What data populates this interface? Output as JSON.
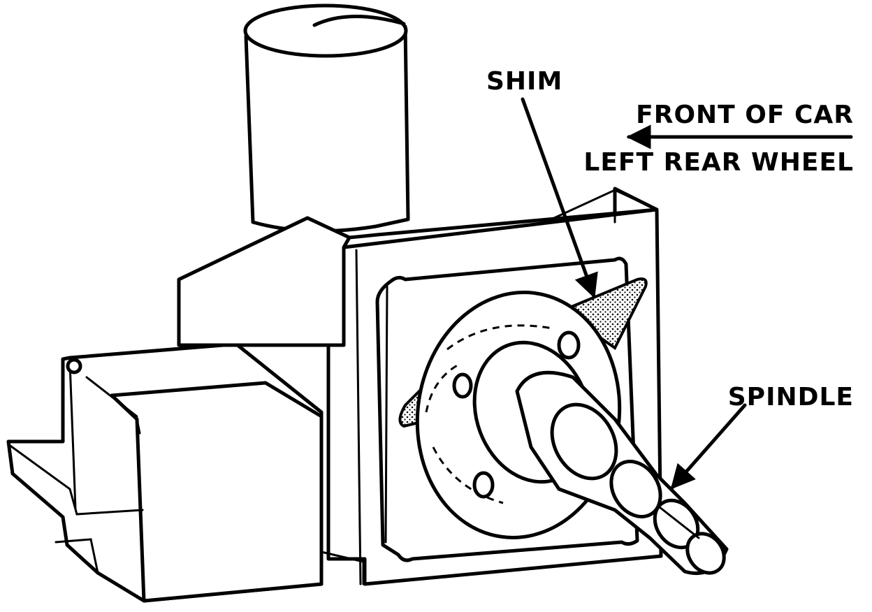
{
  "labels": {
    "shim": "SHIM",
    "front_of_car": "FRONT OF CAR",
    "left_rear_wheel": "LEFT REAR WHEEL",
    "spindle": "SPINDLE"
  },
  "colors": {
    "ink": "#000000",
    "paper": "#ffffff"
  }
}
